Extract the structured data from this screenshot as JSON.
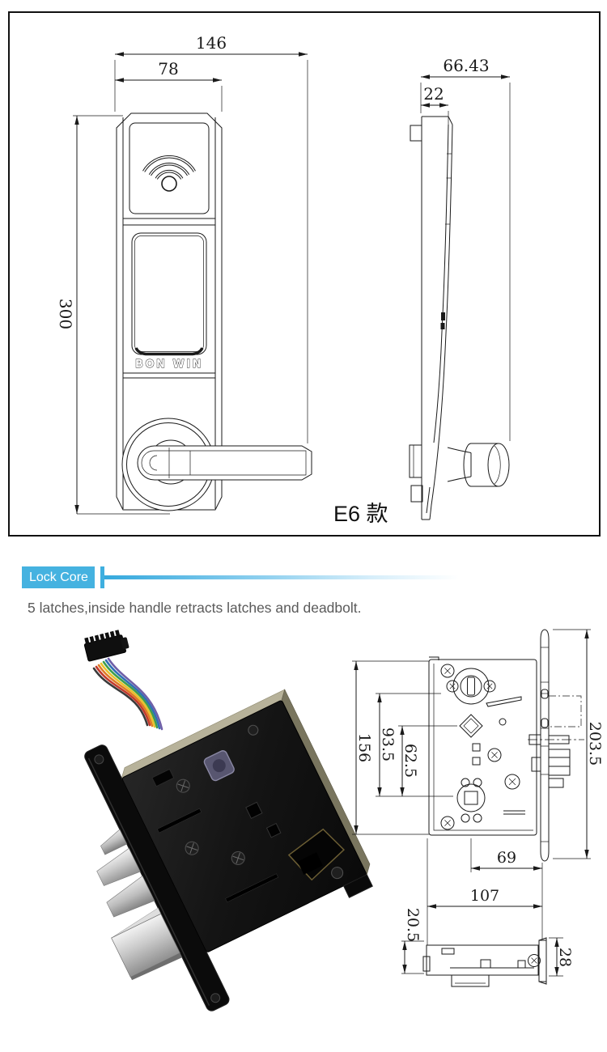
{
  "section_header": {
    "title": "Lock Core"
  },
  "description": "5 latches,inside handle retracts latches and deadbolt.",
  "handle_drawing": {
    "brand": "BON WIN",
    "model_label": "E6 款",
    "dim_overall_width": "146",
    "dim_panel_width": "78",
    "dim_height": "300",
    "side_dim_depth": "66.43",
    "side_dim_thickness": "22"
  },
  "mortise_drawing": {
    "dim_body_height": "156",
    "dim_cylinder_to_hub": "93.5",
    "dim_spindle_to_hub": "62.5",
    "dim_faceplate_height": "203.5",
    "dim_backset": "69",
    "dim_body_width": "107",
    "dim_body_depth": "20.5",
    "dim_faceplate_width": "28"
  },
  "colors": {
    "accent": "#45b2e0",
    "line": "#1a1a1a",
    "text_gray": "#5a5a5a"
  }
}
